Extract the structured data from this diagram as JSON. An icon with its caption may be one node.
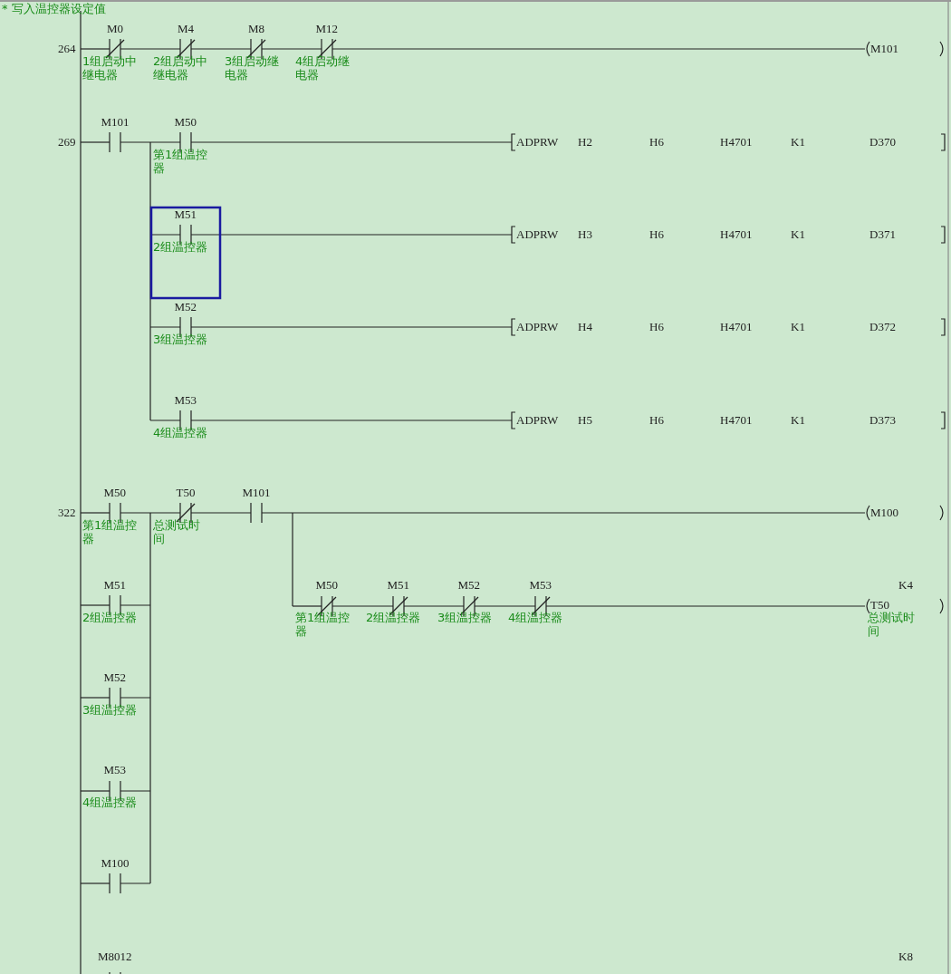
{
  "diagram": {
    "labels": [
      "* 写入温控器设定值",
      "264",
      "M0",
      "M4",
      "M8",
      "M12",
      "1组启动中继电器",
      "2组启动中继电器",
      "3组启动继电器",
      "4组启动继电器",
      "M101",
      "269",
      "M101",
      "M50",
      "ADPRW",
      "H2",
      "H6",
      "H4701",
      "K1",
      "D370",
      "第1组温控器",
      "M51",
      "ADPRW",
      "H3",
      "H6",
      "H4701",
      "K1",
      "D371",
      "2组温控器",
      "M52",
      "ADPRW",
      "H4",
      "H6",
      "H4701",
      "K1",
      "D372",
      "3组温控器",
      "M53",
      "ADPRW",
      "H5",
      "H6",
      "H4701",
      "K1",
      "D373",
      "4组温控器",
      "322",
      "M50",
      "T50",
      "M101",
      "M100",
      "第1组温控器",
      "总测试时间",
      "M51",
      "M50",
      "M51",
      "M52",
      "M53",
      "K4",
      "T50",
      "2组温控器",
      "第1组温控器",
      "2组温控器",
      "3组温控器",
      "4组温控器",
      "总测试时间",
      "M52",
      "3组温控器",
      "M53",
      "4组温控器",
      "M100",
      "M8012",
      "K8"
    ]
  }
}
